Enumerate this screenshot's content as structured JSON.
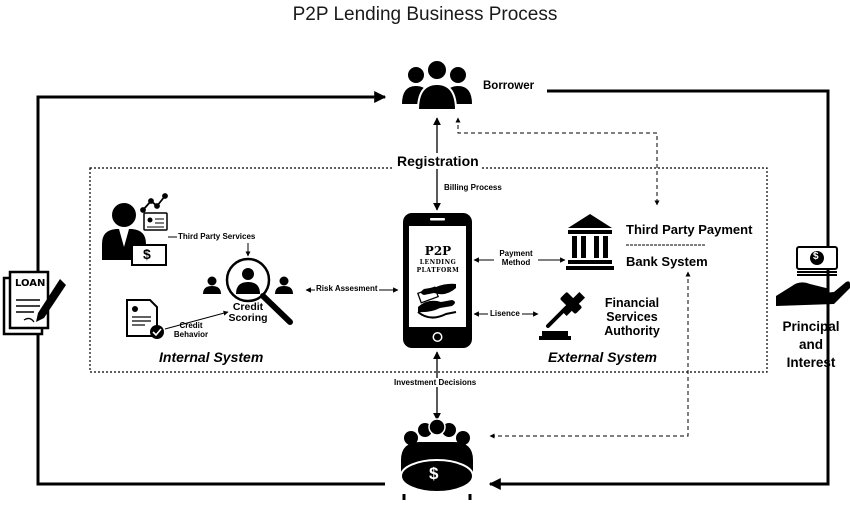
{
  "title": "P2P Lending Business Process",
  "nodes": {
    "borrower": "Borrower",
    "registration": "Registration",
    "billing_process": "Billing Process",
    "third_party_services": "Third Party Services",
    "credit_scoring": [
      "Credit",
      "Scoring"
    ],
    "risk_assessment": "Risk Assesment",
    "credit_behavior": [
      "Credit",
      "Behavior"
    ],
    "internal_system": "Internal System",
    "external_system": "External System",
    "phone_line1": "P2P",
    "phone_line2": "LENDING",
    "phone_line3": "PLATFORM",
    "payment_method": [
      "Payment",
      "Method"
    ],
    "third_party_payment": "Third Party Payment",
    "bank_system": "Bank System",
    "lisence": "Lisence",
    "fsa": [
      "Financial",
      "Services",
      "Authority"
    ],
    "investment_decisions": "Investment Decisions",
    "loan_doc": "LOAN",
    "principal_interest": [
      "Principal",
      "and",
      "Interest"
    ],
    "dollar": "$"
  },
  "colors": {
    "ink": "#000000",
    "title": "#1a1a1a",
    "background": "#ffffff"
  },
  "icons": [
    "borrower-group-icon",
    "businessman-icon",
    "chart-icon",
    "id-card-icon",
    "money-bill-icon",
    "magnifier-person-icon",
    "document-check-icon",
    "smartphone-icon",
    "money-exchange-icon",
    "bank-icon",
    "gavel-icon",
    "loan-document-icon",
    "hand-money-icon",
    "investor-group-icon"
  ]
}
